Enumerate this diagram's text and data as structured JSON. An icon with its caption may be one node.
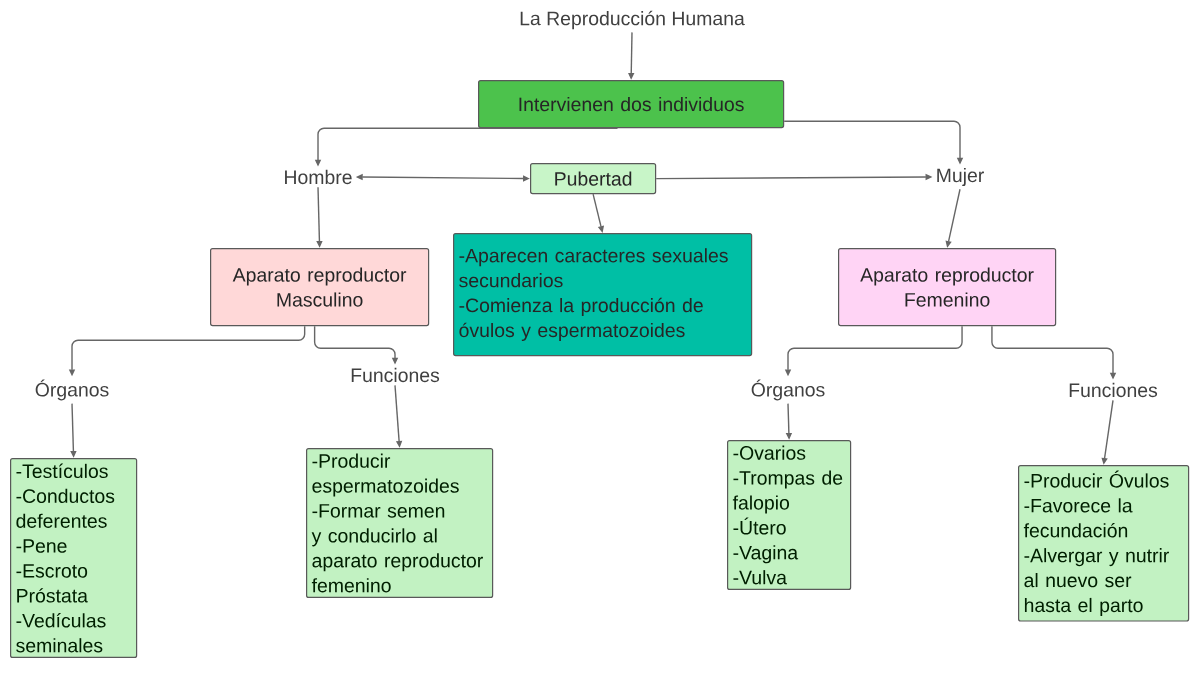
{
  "diagram": {
    "nodes": [
      {
        "text": [
          "La Reproducción Humana"
        ]
      },
      {
        "text": [
          "Intervienen dos individuos"
        ]
      },
      {
        "text": [
          "Hombre"
        ]
      },
      {
        "text": [
          "Pubertad"
        ]
      },
      {
        "text": [
          "Mujer"
        ]
      },
      {
        "text": [
          "Aparato reproductor Masculino"
        ]
      },
      {
        "text": [
          "-Aparecen caracteres sexuales secundarios",
          "-Comienza la producción de óvulos y espermatozoides"
        ]
      },
      {
        "text": [
          "Aparato reproductor Femenino"
        ]
      },
      {
        "text": [
          "Órganos"
        ]
      },
      {
        "text": [
          "Funciones"
        ]
      },
      {
        "text": [
          "Órganos"
        ]
      },
      {
        "text": [
          "Funciones"
        ]
      },
      {
        "text": [
          "-Testículos",
          "-Conductos deferentes",
          "-Pene",
          "-Escroto",
          "Próstata",
          "-Vedículas seminales"
        ]
      },
      {
        "text": [
          "-Producir espermatozoides",
          "-Formar semen y conducirlo al aparato reproductor femenino"
        ]
      },
      {
        "text": [
          "-Ovarios",
          "-Trompas de falopio",
          "-Útero",
          "-Vagina",
          "-Vulva"
        ]
      },
      {
        "text": [
          "-Producir Óvulos",
          "-Favorece la fecundación",
          "-Alvergar y nutrir al nuevo ser hasta el parto"
        ]
      }
    ],
    "edges": [
      {
        "from": 0,
        "to": 1,
        "arrow": "to"
      },
      {
        "from": 1,
        "to": 2,
        "arrow": "to"
      },
      {
        "from": 1,
        "to": 4,
        "arrow": "to"
      },
      {
        "from": 3,
        "to": 2,
        "arrow": "both"
      },
      {
        "from": 3,
        "to": 4,
        "arrow": "to"
      },
      {
        "from": 3,
        "to": 6,
        "arrow": "to"
      },
      {
        "from": 2,
        "to": 5,
        "arrow": "to"
      },
      {
        "from": 4,
        "to": 7,
        "arrow": "to"
      },
      {
        "from": 5,
        "to": 8,
        "arrow": "to"
      },
      {
        "from": 5,
        "to": 9,
        "arrow": "to"
      },
      {
        "from": 7,
        "to": 10,
        "arrow": "to"
      },
      {
        "from": 7,
        "to": 11,
        "arrow": "to"
      },
      {
        "from": 8,
        "to": 12,
        "arrow": "to"
      },
      {
        "from": 9,
        "to": 13,
        "arrow": "to"
      },
      {
        "from": 10,
        "to": 14,
        "arrow": "to"
      },
      {
        "from": 11,
        "to": 15,
        "arrow": "to"
      }
    ]
  }
}
